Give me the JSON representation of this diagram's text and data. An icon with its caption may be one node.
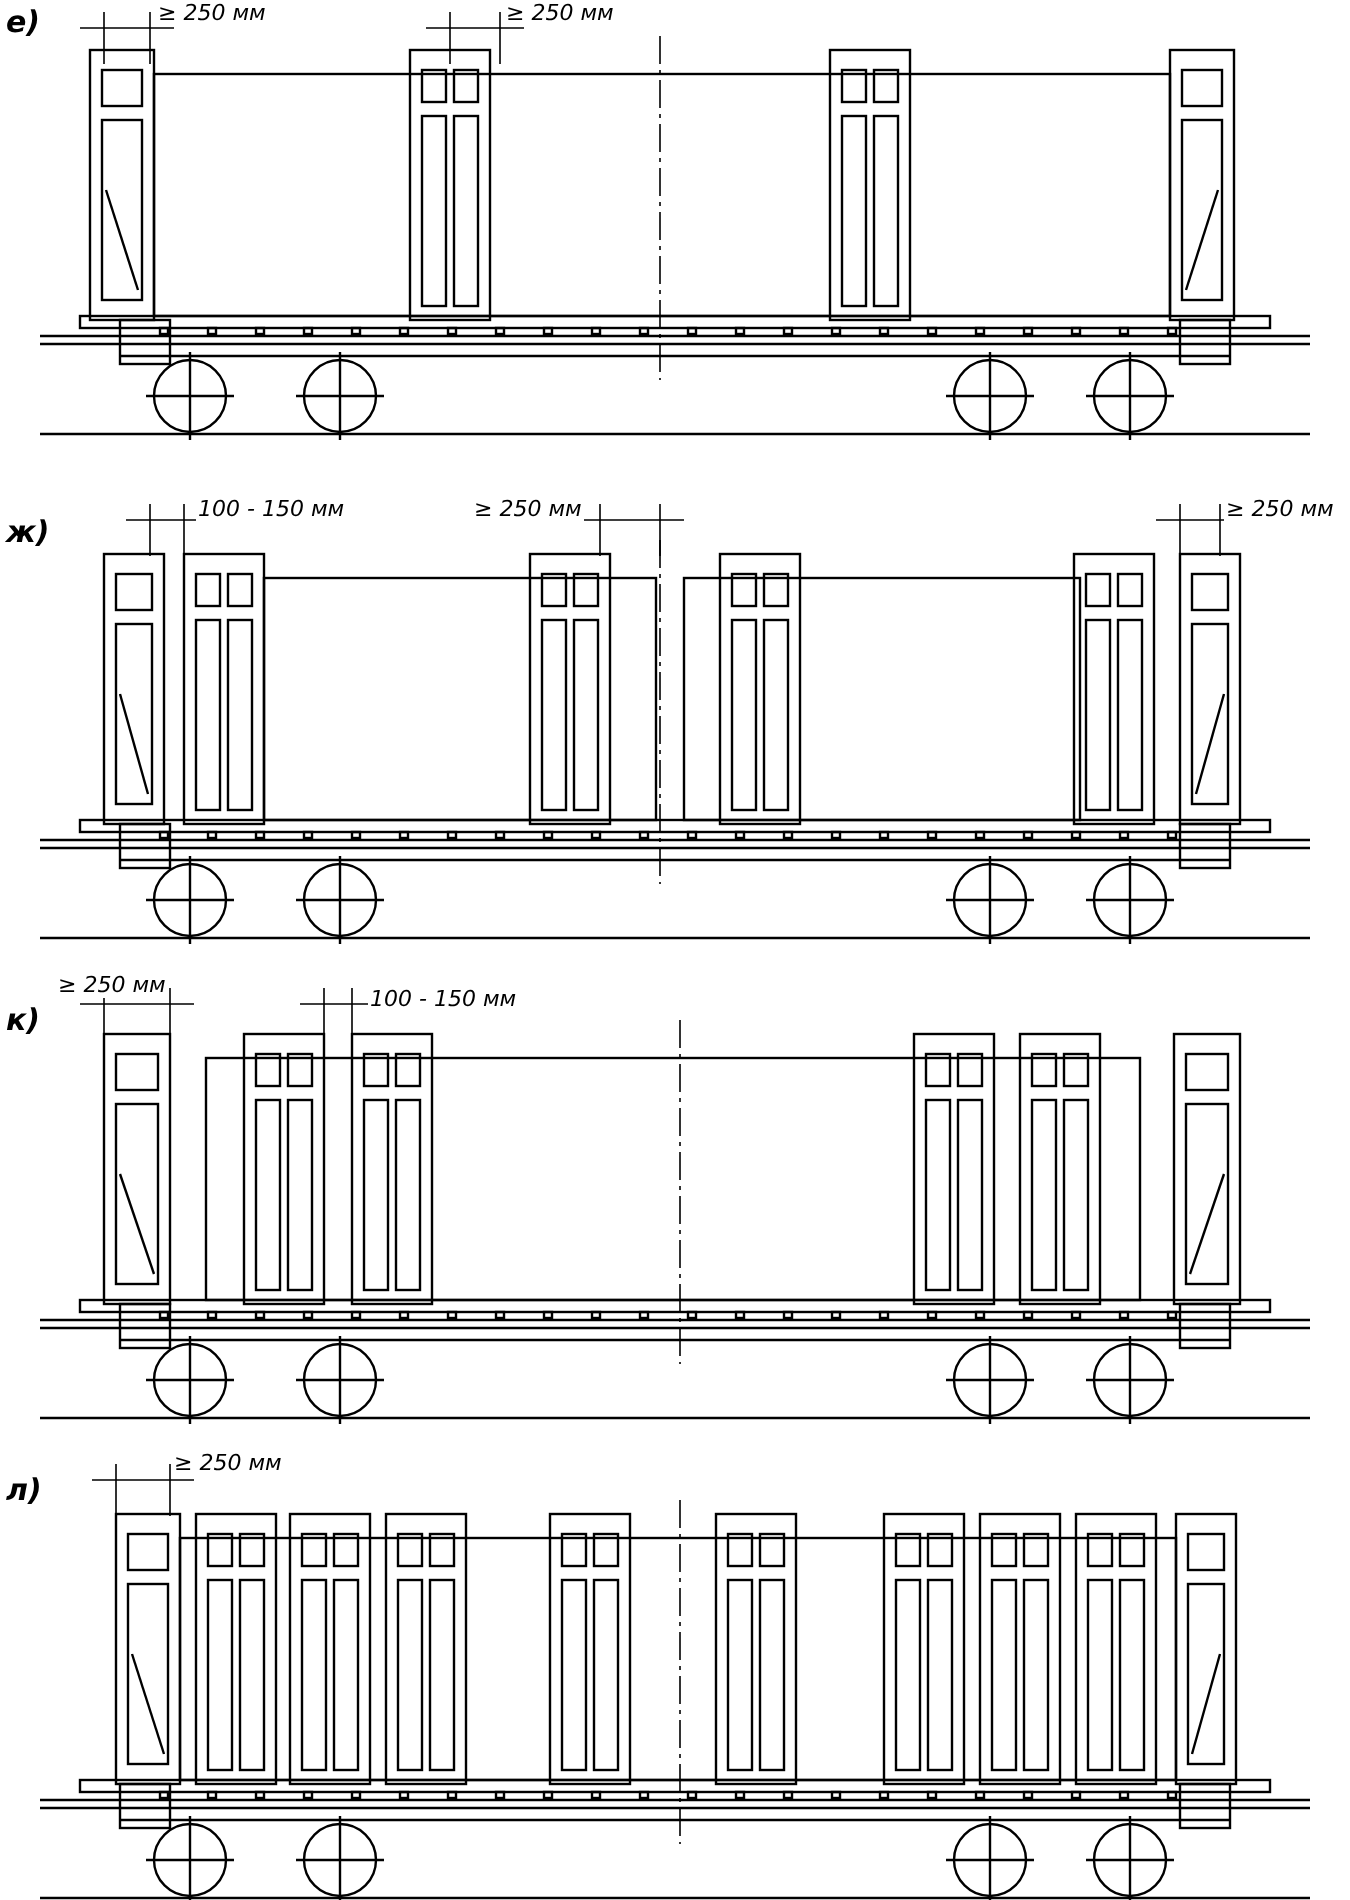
{
  "diagram": {
    "labels": [
      "е)",
      "≥ 250 мм",
      "≥ 250 мм",
      "ж)",
      "100 - 150 мм",
      "≥ 250 мм",
      "≥ 250 мм",
      "к)",
      "≥ 250 мм",
      "100 - 150 мм",
      "л)",
      "≥ 250 мм"
    ]
  }
}
